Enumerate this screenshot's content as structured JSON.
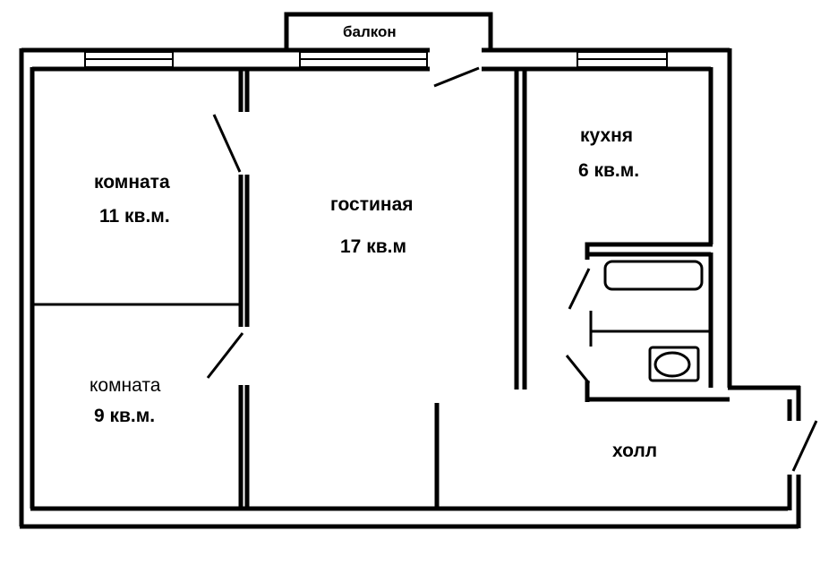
{
  "labels": {
    "balcony": "балкон",
    "room1_name": "комната",
    "room1_area": "11 кв.м.",
    "living_name": "гостиная",
    "living_area": "17 кв.м",
    "kitchen_name": "кухня",
    "kitchen_area": "6 кв.м.",
    "room2_name": "комната",
    "room2_area": "9 кв.м.",
    "hall_name": "холл"
  },
  "colors": {
    "wall": "#000000",
    "background": "#ffffff"
  }
}
